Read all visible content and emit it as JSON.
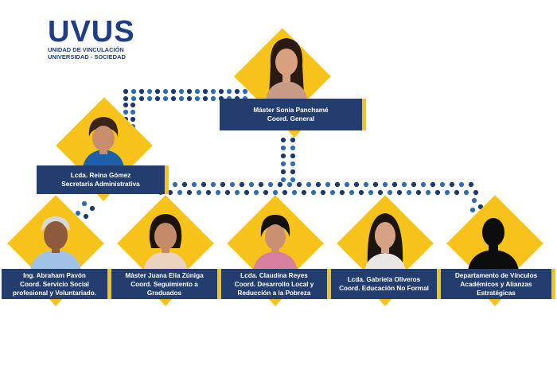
{
  "logo": {
    "title": "UVUS",
    "line1": "UNIDAD DE VINCULACIÓN",
    "line2": "UNIVERSIDAD - SOCIEDAD"
  },
  "colors": {
    "navy": "#233d6e",
    "gold": "#f7c31a",
    "dot_dark": "#1c3a6d",
    "dot_mid": "#2f6db3"
  },
  "members": [
    {
      "id": "general",
      "name": "Máster Sonia Panchamé",
      "role": "Coord. General"
    },
    {
      "id": "secretaria",
      "name": "Lcda. Reina Gómez",
      "role": "Secretaria Administrativa"
    },
    {
      "id": "servicio",
      "name": "Ing. Abraham Pavón",
      "role": "Coord. Servicio Social profesional y Voluntariado."
    },
    {
      "id": "graduados",
      "name": "Máster Juana Elia Zúniga",
      "role": "Coord. Seguimiento a Graduados"
    },
    {
      "id": "desarrollo",
      "name": "Lcda. Claudina Reyes",
      "role": "Coord. Desarrollo Local y Reducción a la Pobreza"
    },
    {
      "id": "educacion",
      "name": "Lcda. Gabriela Oliveros",
      "role": "Coord. Educación No Formal"
    },
    {
      "id": "vinculos",
      "name": "",
      "role": "Departamento de Vínculos Académicos y Alianzas Estratégicas"
    }
  ]
}
